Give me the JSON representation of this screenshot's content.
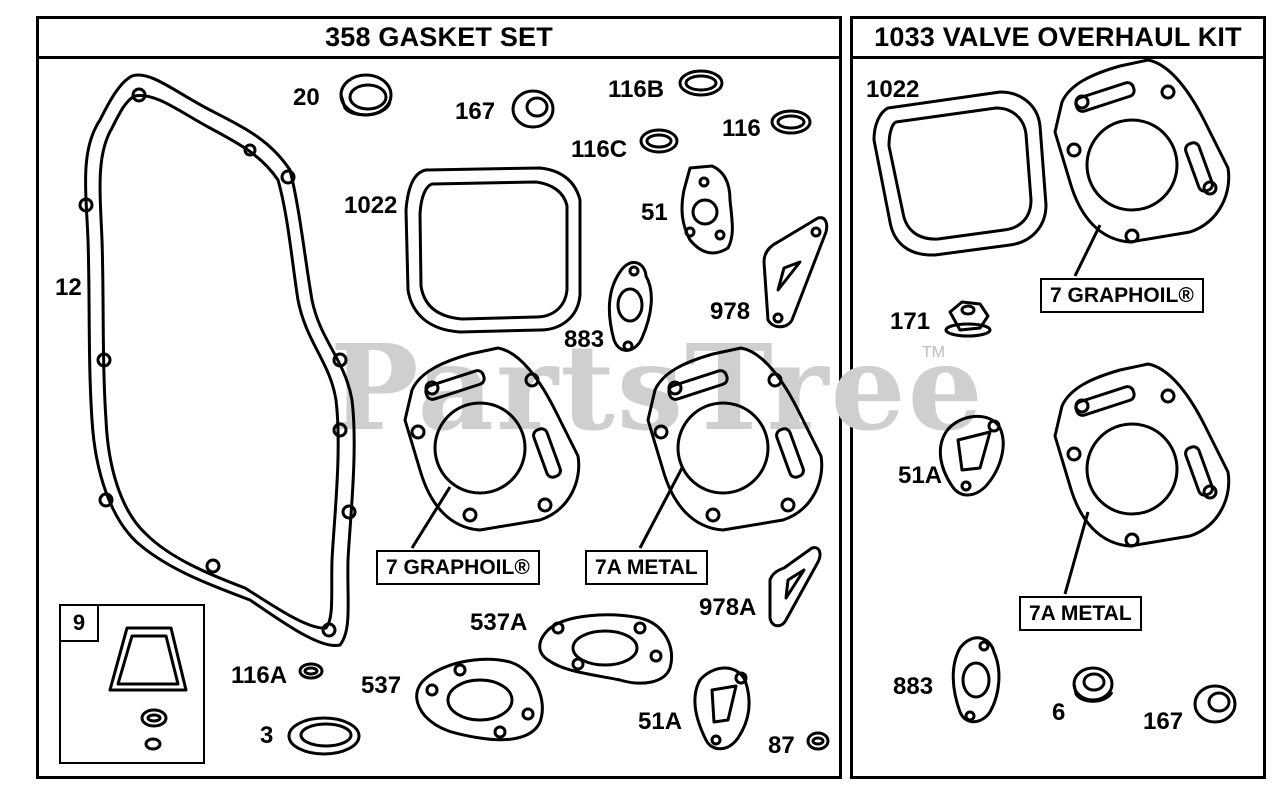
{
  "panels": {
    "left_title": "358 GASKET SET",
    "right_title": "1033 VALVE OVERHAUL KIT"
  },
  "watermark": {
    "text": "PartsTree",
    "tm": "TM"
  },
  "left": {
    "l20": "20",
    "l167": "167",
    "l116b": "116B",
    "l116c": "116C",
    "l116": "116",
    "l1022": "1022",
    "l51": "51",
    "l12": "12",
    "l978": "978",
    "l883": "883",
    "box_7_graphoil": "7 GRAPHOIL®",
    "box_7a_metal": "7A METAL",
    "l978a": "978A",
    "l537a": "537A",
    "l116a": "116A",
    "l537": "537",
    "l3": "3",
    "l51a": "51A",
    "l87": "87",
    "l9": "9"
  },
  "right": {
    "l1022": "1022",
    "box_7_graphoil": "7 GRAPHOIL®",
    "l171": "171",
    "l51a": "51A",
    "box_7a_metal": "7A METAL",
    "l883": "883",
    "l6": "6",
    "l167": "167"
  }
}
